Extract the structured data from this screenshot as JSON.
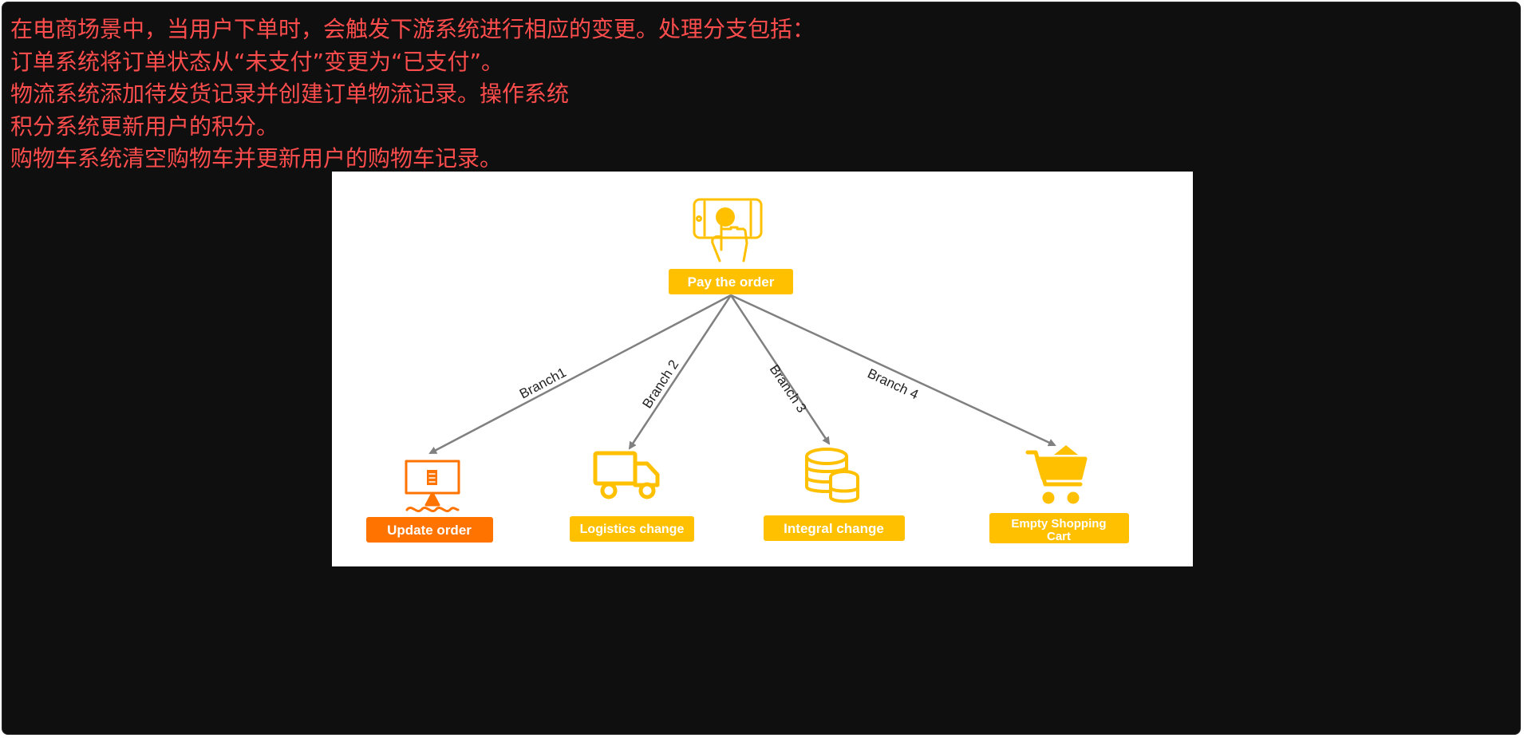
{
  "intro": {
    "lines": [
      "在电商场景中，当用户下单时，会触发下游系统进行相应的变更。处理分支包括：",
      "订单系统将订单状态从“未支付”变更为“已支付”。",
      "物流系统添加待发货记录并创建订单物流记录。操作系统",
      "积分系统更新用户的积分。",
      "购物车系统清空购物车并更新用户的购物车记录。"
    ]
  },
  "diagram": {
    "root": {
      "label": "Pay the order",
      "icon": "tablet-tap-icon"
    },
    "branches": [
      {
        "label": "Branch1",
        "node_label": "Update order",
        "icon": "monitor-order-icon"
      },
      {
        "label": "Branch 2",
        "node_label": "Logistics change",
        "icon": "truck-icon"
      },
      {
        "label": "Branch 3",
        "node_label": "Integral change",
        "icon": "coin-stack-icon"
      },
      {
        "label": "Branch 4",
        "node_label_line1": "Empty Shopping",
        "node_label_line2": "Cart",
        "icon": "shopping-cart-icon"
      }
    ],
    "colors": {
      "accent_yellow": "#ffc000",
      "accent_orange": "#ff7300",
      "arrow": "#808080",
      "panel_bg": "#0f0f0f",
      "text": "#ff4d4d"
    }
  }
}
